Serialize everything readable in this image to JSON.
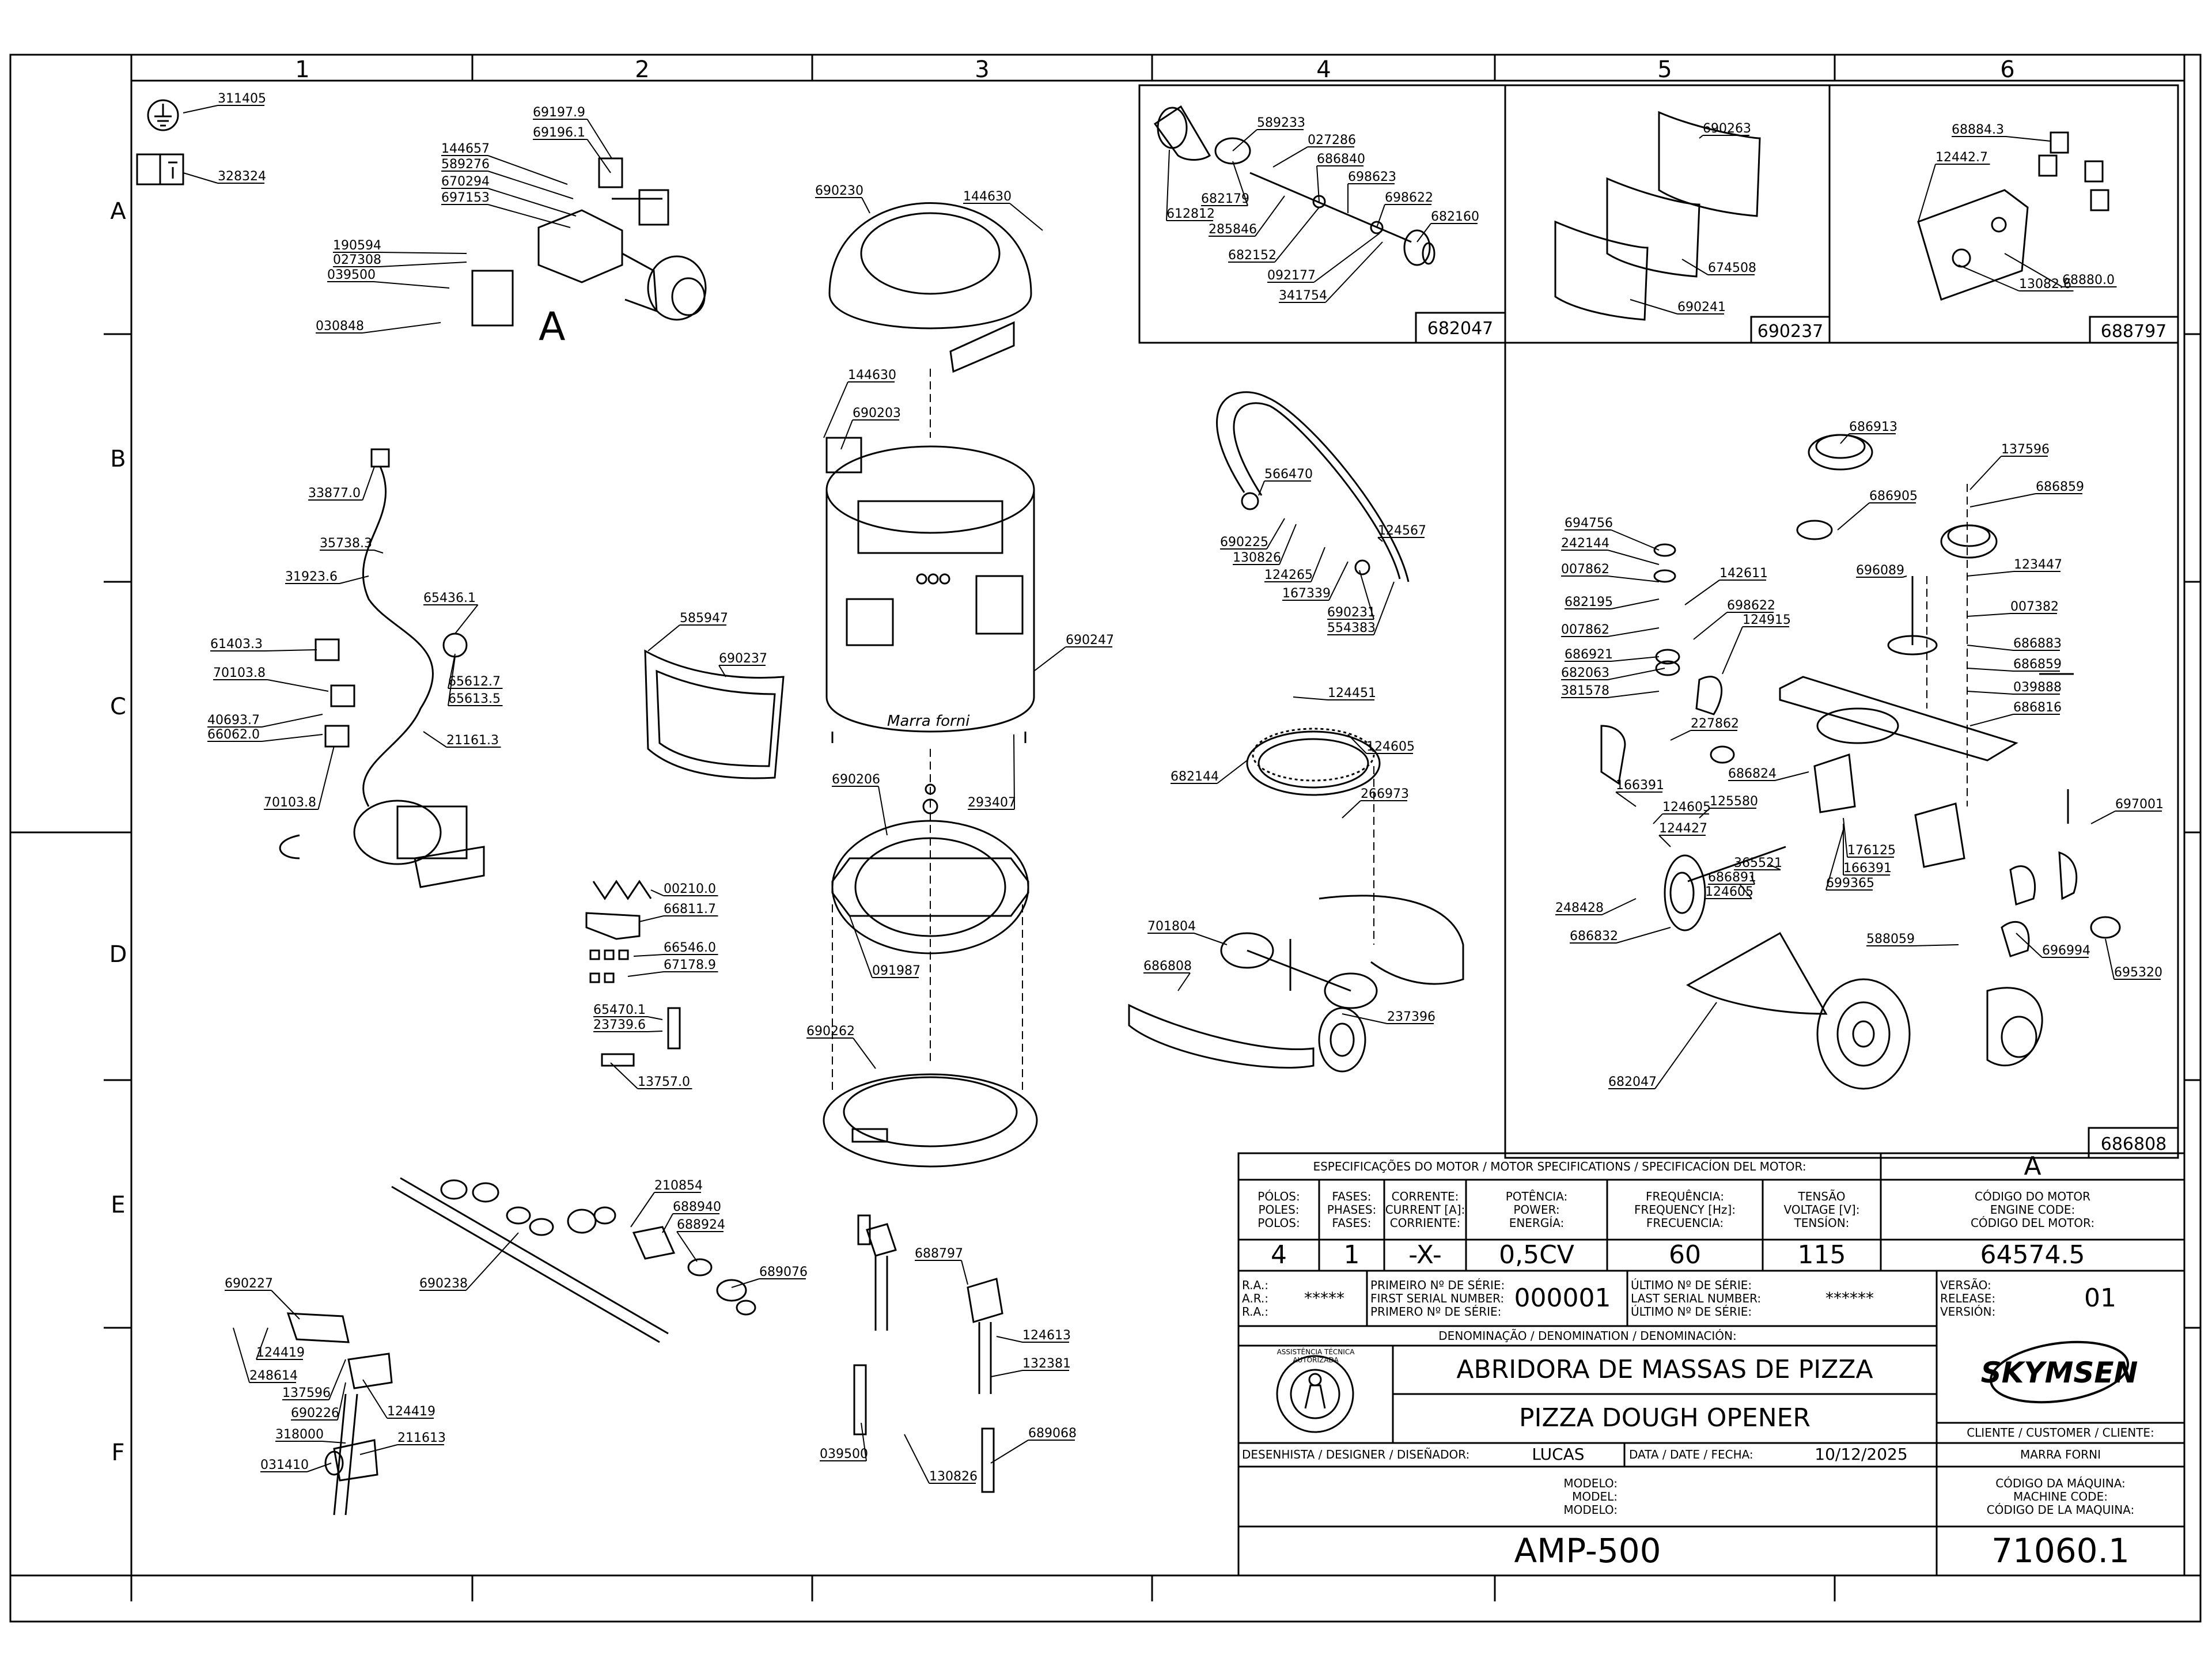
{
  "grid": {
    "columns": [
      "1",
      "2",
      "3",
      "4",
      "5",
      "6"
    ],
    "rows": [
      "A",
      "B",
      "C",
      "D",
      "E",
      "F"
    ]
  },
  "view_labels": {
    "detail_a_marker": "A"
  },
  "callouts": {
    "group1": [
      "311405",
      "328324",
      "69197.9",
      "69196.1",
      "144657",
      "589276",
      "670294",
      "697153",
      "190594",
      "027308",
      "039500",
      "030848"
    ],
    "group2": [
      "33877.0",
      "35738.3",
      "31923.6",
      "65436.1",
      "61403.3",
      "70103.8",
      "40693.7",
      "66062.0",
      "65612.7",
      "65613.5",
      "21161.3",
      "70103.8"
    ],
    "group3": [
      "00210.0",
      "66811.7",
      "66546.0",
      "67178.9",
      "65470.1",
      "23739.6",
      "13757.0"
    ],
    "group4": [
      "690230",
      "144630",
      "144630",
      "690203",
      "585947",
      "690237",
      "690247",
      "293407",
      "690206",
      "091987",
      "690262"
    ],
    "group5": [
      "589233",
      "027286",
      "686840",
      "698623",
      "682179",
      "612812",
      "285846",
      "698622",
      "682160",
      "682152",
      "092177",
      "341754"
    ],
    "group6": [
      "690263",
      "674508",
      "690241"
    ],
    "group7": [
      "68884.3",
      "12442.7",
      "68880.0",
      "13082.6"
    ],
    "group8": [
      "566470",
      "690225",
      "130826",
      "124265",
      "167339",
      "124567",
      "690231",
      "554383"
    ],
    "group9": [
      "124451",
      "124605",
      "682144",
      "266973"
    ],
    "group10": [
      "701804",
      "686808",
      "237396"
    ],
    "group11": [
      "686913",
      "137596",
      "686905",
      "686859",
      "694756",
      "242144",
      "007862",
      "682195",
      "007862",
      "686921",
      "682063",
      "381578",
      "142611",
      "698622",
      "124915",
      "696089",
      "123447",
      "007382",
      "686883",
      "686859",
      "039888",
      "686816",
      "227862",
      "686824",
      "166391",
      "124605",
      "125580",
      "124427",
      "365521",
      "686891",
      "124605",
      "176125",
      "166391",
      "699365",
      "697001",
      "248428",
      "686832",
      "588059",
      "696994",
      "695320",
      "682047"
    ],
    "group12": [
      "690227",
      "124419",
      "248614",
      "137596",
      "690226",
      "124419",
      "318000",
      "211613",
      "031410",
      "690238",
      "210854",
      "688940",
      "688924",
      "689076"
    ],
    "group13": [
      "688797",
      "124613",
      "132381",
      "039500",
      "130826",
      "689068"
    ]
  },
  "box_tags": {
    "box4": "682047",
    "box5": "690237",
    "box6": "688797",
    "big": "686808"
  },
  "title_block": {
    "motor_spec_header": "ESPECIFICAÇÕES DO MOTOR / MOTOR SPECIFICATIONS / SPECIFICACÍON DEL MOTOR:",
    "motor_letter": "A",
    "headers": {
      "poles": "PÓLOS:\nPOLES:\nPOLOS:",
      "phases": "FASES:\nPHASES:\nFASES:",
      "current": "CORRENTE:\nCURRENT [A]:\nCORRIENTE:",
      "power": "POTÊNCIA:\nPOWER:\nENERGÍA:",
      "frequency": "FREQUÊNCIA:\nFREQUENCY [Hz]:\nFRECUENCIA:",
      "voltage": "TENSÃO\nVOLTAGE [V]:\nTENSÍON:",
      "engine_code": "CÓDIGO DO MOTOR\nENGINE CODE:\nCÓDIGO DEL MOTOR:"
    },
    "values": {
      "poles": "4",
      "phases": "1",
      "current": "-X-",
      "power": "0,5CV",
      "frequency": "60",
      "voltage": "115",
      "engine_code": "64574.5"
    },
    "ra_label": "R.A.:\nA.R.:\nR.A.:",
    "ra_value": "*****",
    "first_serial_label": "PRIMEIRO Nº DE SÉRIE:\nFIRST SERIAL NUMBER:\nPRIMERO Nº DE SÉRIE:",
    "first_serial_value": "000001",
    "last_serial_label": "ÚLTIMO Nº DE SÉRIE:\nLAST SERIAL NUMBER:\nÚLTIMO Nº DE SÉRIE:",
    "last_serial_value": "******",
    "version_label": "VERSÃO:\nRELEASE:\nVERSIÓN:",
    "version_value": "01",
    "denomination_label": "DENOMINAÇÃO / DENOMINATION / DENOMINACIÓN:",
    "name_pt": "ABRIDORA DE MASSAS DE PIZZA",
    "name_en": "PIZZA DOUGH OPENER",
    "brand": "SKYMSEN",
    "seal_text": "ASSISTÊNCIA TÉCNICA AUTORIZADA",
    "client_label": "CLIENTE / CUSTOMER / CLIENTE:",
    "client_value": "MARRA FORNI",
    "designer_label": "DESENHISTA / DESIGNER / DISEÑADOR:",
    "designer_value": "LUCAS",
    "date_label": "DATA / DATE / FECHA:",
    "date_value": "10/12/2025",
    "model_label": "MODELO:\nMODEL:\nMODELO:",
    "model_value": "AMP-500",
    "machine_code_label": "CÓDIGO DA MÁQUINA:\nMACHINE CODE:\nCÓDIGO DE LA MAQUINA:",
    "machine_code_value": "71060.1",
    "drum_engraving": "Marra forni"
  }
}
